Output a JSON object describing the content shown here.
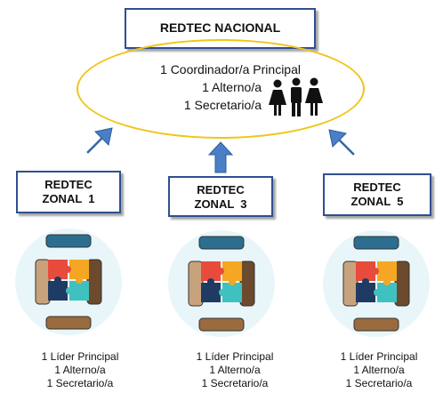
{
  "national": {
    "title": "REDTEC NACIONAL",
    "roles": [
      "1 Coordinador/a Principal",
      "1 Alterno/a",
      "1 Secretario/a"
    ]
  },
  "zones": [
    {
      "line1": "REDTEC",
      "line2": "ZONAL  1",
      "roles": [
        "1 Líder Principal",
        "1 Alterno/a",
        "1 Secretario/a"
      ]
    },
    {
      "line1": "REDTEC",
      "line2": "ZONAL  3",
      "roles": [
        "1 Líder Principal",
        "1 Alterno/a",
        "1 Secretario/a"
      ]
    },
    {
      "line1": "REDTEC",
      "line2": "ZONAL  5",
      "roles": [
        "1 Líder Principal",
        "1 Alterno/a",
        "1 Secretario/a"
      ]
    }
  ],
  "colors": {
    "box_border": "#2f4f8f",
    "ellipse": "#f0c419",
    "arrow": "#4a7fc6"
  },
  "icons": [
    "people-icon",
    "teamwork-puzzle-icon"
  ]
}
